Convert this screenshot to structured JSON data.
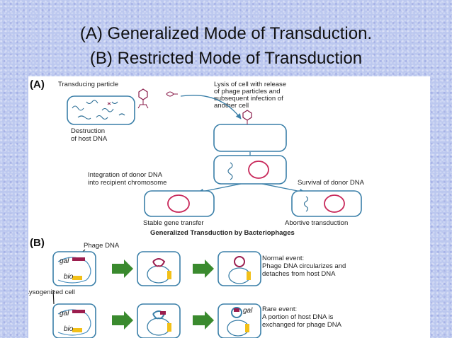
{
  "title": {
    "line1": "(A) Generalized Mode of Transduction.",
    "line2": "(B) Restricted Mode of Transduction"
  },
  "diagram": {
    "panel_a": {
      "tag": "(A)",
      "transducing_particle": "Transducing particle",
      "lysis_line1": "Lysis of cell with release",
      "lysis_line2": "of phage particles and",
      "lysis_line3": "subsequent infection of",
      "lysis_line4": "another cell",
      "destruction_line1": "Destruction",
      "destruction_line2": "of host DNA",
      "integration_line1": "Integration of donor DNA",
      "integration_line2": "into recipient chromosome",
      "survival": "Survival of donor DNA",
      "stable": "Stable gene transfer",
      "abortive": "Abortive transduction",
      "caption": "Generalized Transduction by Bacteriophages"
    },
    "panel_b": {
      "tag": "(B)",
      "phage_dna": "Phage DNA",
      "gal": "gal",
      "bio": "bio",
      "lysogenized": "Lysogenized cell",
      "normal_line1": "Normal event:",
      "normal_line2": "Phage DNA circularizes and",
      "normal_line3": "detaches from host DNA",
      "rare_line1": "Rare event:",
      "rare_line2": "A portion of host DNA is",
      "rare_line3": "exchanged for phage DNA"
    },
    "colors": {
      "cell_outline": "#3a7fa8",
      "chromosome": "#c8285a",
      "gal_segment": "#9b1d4e",
      "bio_segment": "#f2c018",
      "step_arrow": "#3a8a2e"
    }
  }
}
